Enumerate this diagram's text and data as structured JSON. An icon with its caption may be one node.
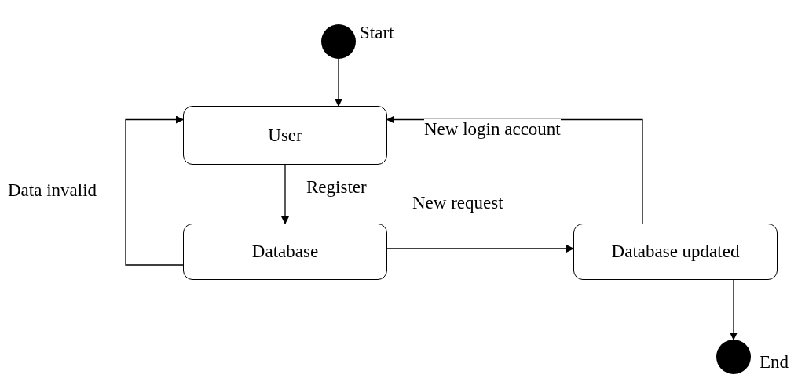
{
  "diagram": {
    "nodes": [
      {
        "text": [],
        "shape": "circle",
        "beside": [
          "Start"
        ]
      },
      {
        "text": [
          "User"
        ]
      },
      {
        "text": [
          "Database"
        ]
      },
      {
        "text": [
          "Database updated"
        ]
      },
      {
        "text": [],
        "shape": "circle",
        "beside": [
          "End"
        ]
      }
    ],
    "edges": [
      {
        "from": 0,
        "to": 1,
        "arrow": "to"
      },
      {
        "from": 1,
        "to": 2,
        "arrow": "to",
        "label": "Register"
      },
      {
        "from": 2,
        "to": 1,
        "arrow": "to",
        "label": "Data invalid"
      },
      {
        "from": 2,
        "to": 3,
        "arrow": "to",
        "label": "New request"
      },
      {
        "from": 3,
        "to": 1,
        "arrow": "to",
        "label": "New login account"
      },
      {
        "from": 3,
        "to": 4,
        "arrow": "to"
      }
    ]
  }
}
